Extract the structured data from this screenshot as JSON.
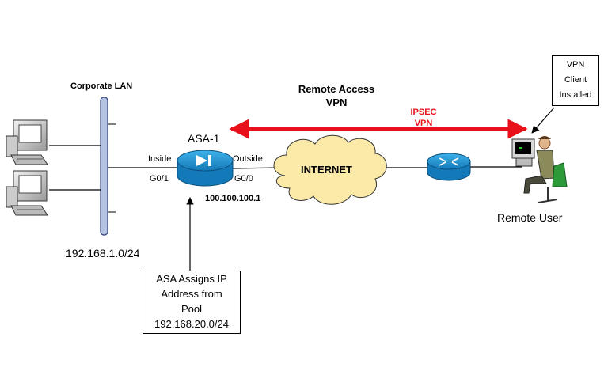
{
  "corporate_lan": {
    "title": "Corporate LAN",
    "subnet": "192.168.1.0/24"
  },
  "vpn": {
    "title_line1": "Remote Access",
    "title_line2": "VPN",
    "tunnel_line1": "IPSEC",
    "tunnel_line2": "VPN"
  },
  "asa": {
    "name": "ASA-1",
    "inside_label": "Inside",
    "inside_port": "G0/1",
    "outside_label": "Outside",
    "outside_port": "G0/0",
    "outside_ip": "100.100.100.1"
  },
  "pool_callout": {
    "line1": "ASA Assigns IP",
    "line2": "Address from",
    "line3": "Pool",
    "line4": "192.168.20.0/24"
  },
  "internet": {
    "label": "INTERNET"
  },
  "client_callout": {
    "line1": "VPN",
    "line2": "Client",
    "line3": "Installed"
  },
  "remote_user": {
    "label": "Remote User"
  },
  "colors": {
    "tunnel": "#e8101a",
    "device_blue": "#1a8fd0",
    "cloud": "#fbe9a8",
    "backbone": "#b3c3e1"
  },
  "icons": [
    "desktop-pc-icon",
    "asa-firewall-icon",
    "cloud-icon",
    "router-icon",
    "remote-user-icon"
  ]
}
